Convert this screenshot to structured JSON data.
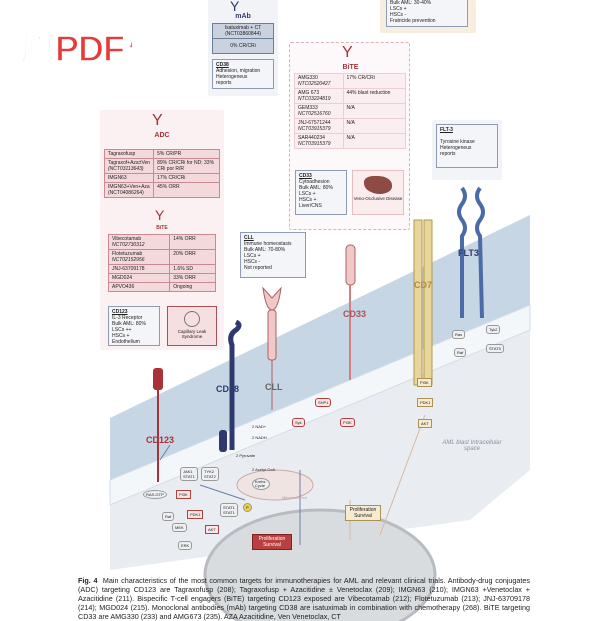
{
  "mab_panel": {
    "title": "mAb",
    "row1": "Isatuximab + CT (NCT03860844)",
    "row2": "0% CR/CRi",
    "info_title": "CD38",
    "info_lines": [
      "Adhesion, migration",
      "Heterogeneus",
      "reports"
    ]
  },
  "cd7_panel": {
    "lines": [
      "Bulk AML: 30-40%",
      "LSCs +",
      "HSCs -",
      "Fratricide prevention"
    ]
  },
  "cd33_panel": {
    "title": "BiTE",
    "rows": [
      [
        "AMG330",
        "NTC02520427",
        "17% CR/CRi"
      ],
      [
        "AMG 673",
        "NTC03224819",
        "44% blast reduction"
      ],
      [
        "GEM333",
        "NCT02516760",
        "N/A"
      ],
      [
        "JNJ-67571244",
        "NCT03915379",
        "N/A"
      ],
      [
        "SAR440234",
        "NCT03915379",
        "N/A"
      ]
    ],
    "info_title": "CD33",
    "info_lines": [
      "Cytoadhesion",
      "Bulk AML: 80%",
      "LSCs +",
      "HSCs +",
      "Liver/CNS"
    ],
    "toxicity": "Veno-Occlusive Disease"
  },
  "flt3_panel": {
    "title": "FLT-3",
    "lines": [
      "Tyrosine kinase",
      "Heterogeneus",
      "reports"
    ]
  },
  "cd123_panel": {
    "adc_title": "ADC",
    "adc_rows": [
      [
        "Tagraxofusp",
        "",
        "5% CR/PR"
      ],
      [
        "Tagraxof+Aza±Ven",
        "(NCT03113643)",
        "89% CR/CRi for ND; 33% CRi por R/R"
      ],
      [
        "IMGN63",
        "",
        "17% CR/CRi"
      ],
      [
        "IMGN63+Ven+Aza",
        "(NCT04086264)",
        "45% ORR"
      ]
    ],
    "bite_title": "BiTE",
    "bite_rows": [
      [
        "Vibecotamab",
        "NCT02730312",
        "14% ORR"
      ],
      [
        "Flotetuzumab",
        "NCT02152956",
        "20% ORR"
      ],
      [
        "JNJ-63709178",
        "",
        "1.6% SD"
      ],
      [
        "MGD024",
        "",
        "33% ORR"
      ],
      [
        "APVO436",
        "",
        "Ongoing"
      ]
    ],
    "info_title": "CD123",
    "info_lines": [
      "IL-3 Receptor",
      "Bulk AML: 80%",
      "LSCs ++",
      "HSCs +",
      "Endothelium"
    ],
    "toxicity": "Capillary Leak Syndrome"
  },
  "cll_panel": {
    "title": "CLL",
    "lines": [
      "Immune homeostasis",
      "Bulk AML: 70-80%",
      "LSCs +",
      "HSCs -",
      "Not reported"
    ]
  },
  "receptors": {
    "cd123": "CD123",
    "cd38": "CD38",
    "cll": "CLL",
    "cd33": "CD33",
    "cd7": "CD7",
    "flt3": "FLT3"
  },
  "signaling": {
    "ras": "RAS-GTP",
    "raf": "Raf",
    "mek": "MEK",
    "erk": "ERK",
    "pi3k": "PI3K",
    "pdk1": "PDK1",
    "akt": "AKT",
    "jak1": "JAK1",
    "stat1": "STAT1",
    "tyk2": "TYK2",
    "stat2": "STAT2",
    "p": "P",
    "nad": "2 NAD+",
    "nadh": "2 NADH",
    "pyruvate": "2 Pyruvate",
    "acetyl": "2 Acetyl-CoA",
    "krebs": "Krebs Cycle",
    "mito": "Mitochondrion",
    "shp1": "SHP1",
    "syk": "Syk",
    "ras2": "Ras",
    "tyk2b": "Tyk2",
    "stat5": "STAT5",
    "prolif": "Proliferation Survival"
  },
  "space_label": "AML blast Intracellular space",
  "caption": {
    "fig": "Fig. 4",
    "text": "Main characteristics of the most common targets for immunotherapies for AML and relevant clinical trials. Antibody-drug conjugates (ADC) targeting CD123 are Tagraxofusp (208); Tagraxofusp + Azacitidine ± Venetoclax (209); IMGN63 (210); IMGN63 +Venetoclax + Azacitidine (211). Bispecific T-cell engagers (BiTE) targeting CD123 exposed are Vibecotamab (212); Flotetuzumab (213); JNJ-63709178 (214); MGD024 (215). Monoclonal antibodies (mAb) targeting CD38 are isatuximab in combination with chemotherapy (268). BiTE targeting CD33 are AMG330 (233) and AMG673 (235). AZA Azacitidine, Ven Venetoclax, CT"
  },
  "watermark": "原PDF檔",
  "colors": {
    "red": "#a83238",
    "navy": "#2e3a6e",
    "tan": "#c8a860"
  }
}
